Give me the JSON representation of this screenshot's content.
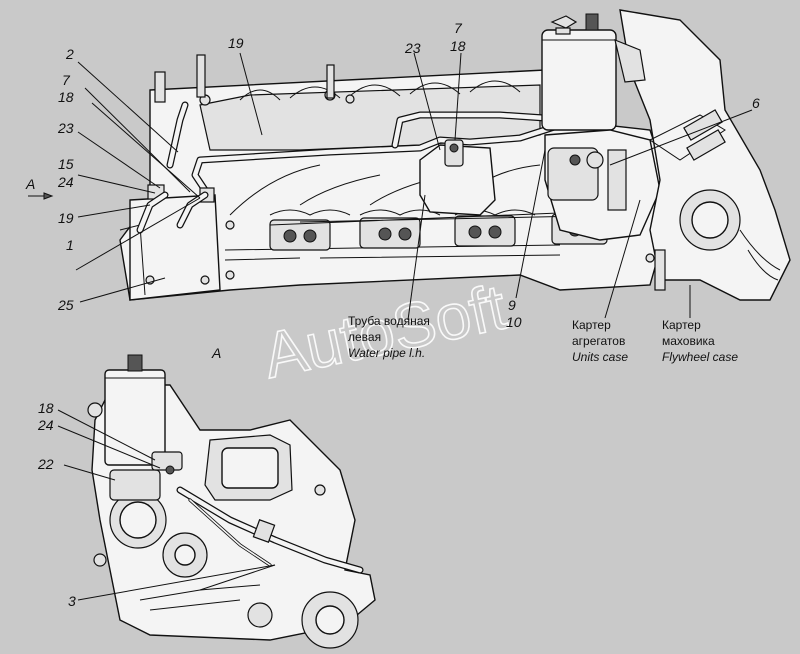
{
  "view_label": "A",
  "arrow_label": "A",
  "watermark": "AutoSoft",
  "labels": {
    "n19_top": "19",
    "n2": "2",
    "n7_left": "7",
    "n18_left": "18",
    "n23_left": "23",
    "n15": "15",
    "n24_left": "24",
    "n19_left": "19",
    "n1": "1",
    "n25": "25",
    "n23_mid": "23",
    "n7_mid": "7",
    "n18_mid": "18",
    "n6": "6",
    "n9": "9",
    "n10": "10",
    "n18_bottom": "18",
    "n24_bottom": "24",
    "n22": "22",
    "n3": "3"
  },
  "captions": {
    "water_pipe_ru_1": "Труба водяная",
    "water_pipe_ru_2": "левая",
    "water_pipe_en": "Water pipe l.h.",
    "units_case_ru_1": "Картер",
    "units_case_ru_2": "агрегатов",
    "units_case_en": "Units case",
    "flywheel_case_ru_1": "Картер",
    "flywheel_case_ru_2": "маховика",
    "flywheel_case_en": "Flywheel case"
  }
}
